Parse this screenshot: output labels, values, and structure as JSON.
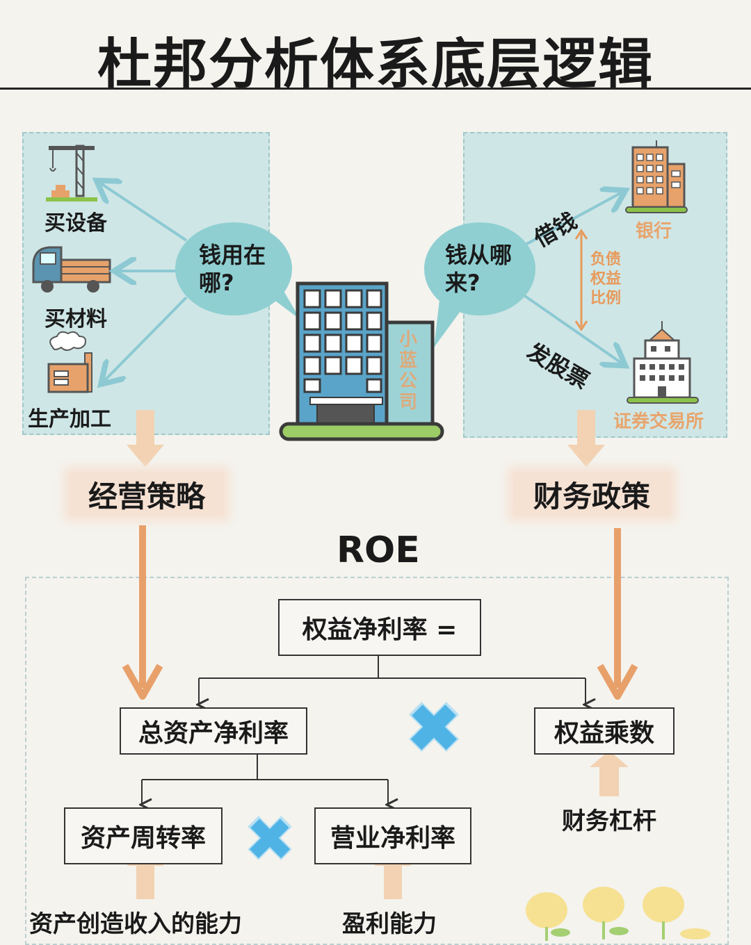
{
  "title": "杜邦分析体系底层逻辑",
  "left_panel": {
    "items": [
      "买设备",
      "买材料",
      "生产加工"
    ],
    "bubble": "钱用在哪?"
  },
  "company": {
    "sign": [
      "小",
      "蓝",
      "公",
      "司"
    ]
  },
  "right_panel": {
    "bubble": "钱从哪来?",
    "borrow_label": "借钱",
    "stock_label": "发股票",
    "bank_label": "银行",
    "exchange_label": "证券交易所",
    "ratio_note": [
      "负债",
      "权益",
      "比例"
    ]
  },
  "strategy": {
    "operating": "经营策略",
    "financial": "财务政策"
  },
  "roe": {
    "heading": "ROE",
    "root": "权益净利率 =",
    "left": "总资产净利率",
    "right": "权益乘数",
    "leaf_left": "资产周转率",
    "leaf_right": "营业净利率",
    "note_right": "财务杠杆",
    "note_leaf_left": "资产创造收入的能力",
    "note_leaf_right": "盈利能力"
  },
  "colors": {
    "panel": "#cfe6e6",
    "bubble": "#8fcfd2",
    "orange_arrow": "#e8a06a",
    "accent_blue": "#4fb3e6",
    "strategy_bg": "#f6e2d3"
  }
}
